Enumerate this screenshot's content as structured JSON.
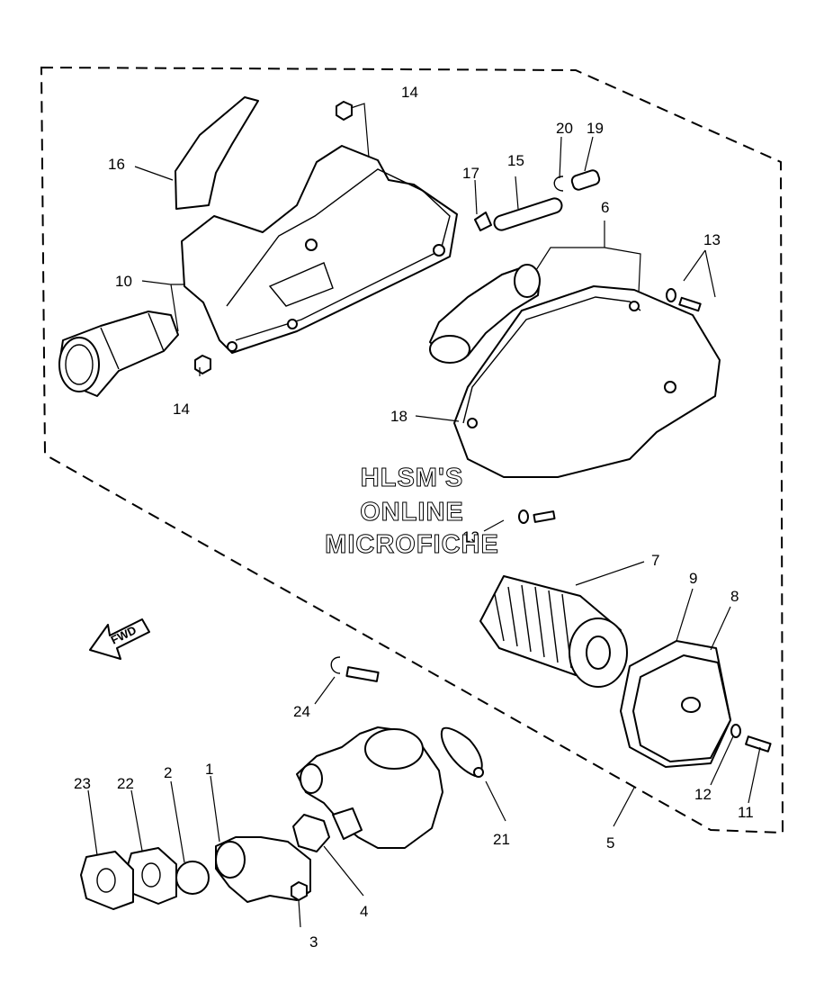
{
  "callouts": {
    "c1": "1",
    "c2": "2",
    "c3": "3",
    "c4": "4",
    "c5": "5",
    "c6": "6",
    "c7": "7",
    "c8": "8",
    "c9": "9",
    "c10": "10",
    "c11": "11",
    "c12": "12",
    "c13a": "13",
    "c13b": "13",
    "c14a": "14",
    "c14b": "14",
    "c15": "15",
    "c16": "16",
    "c17": "17",
    "c18": "18",
    "c19": "19",
    "c20": "20",
    "c21": "21",
    "c22": "22",
    "c23": "23",
    "c24": "24"
  },
  "watermark": {
    "line1": "HLSM'S",
    "line2": "ONLINE",
    "line3": "MICROFICHE"
  },
  "direction_label": "FWD"
}
